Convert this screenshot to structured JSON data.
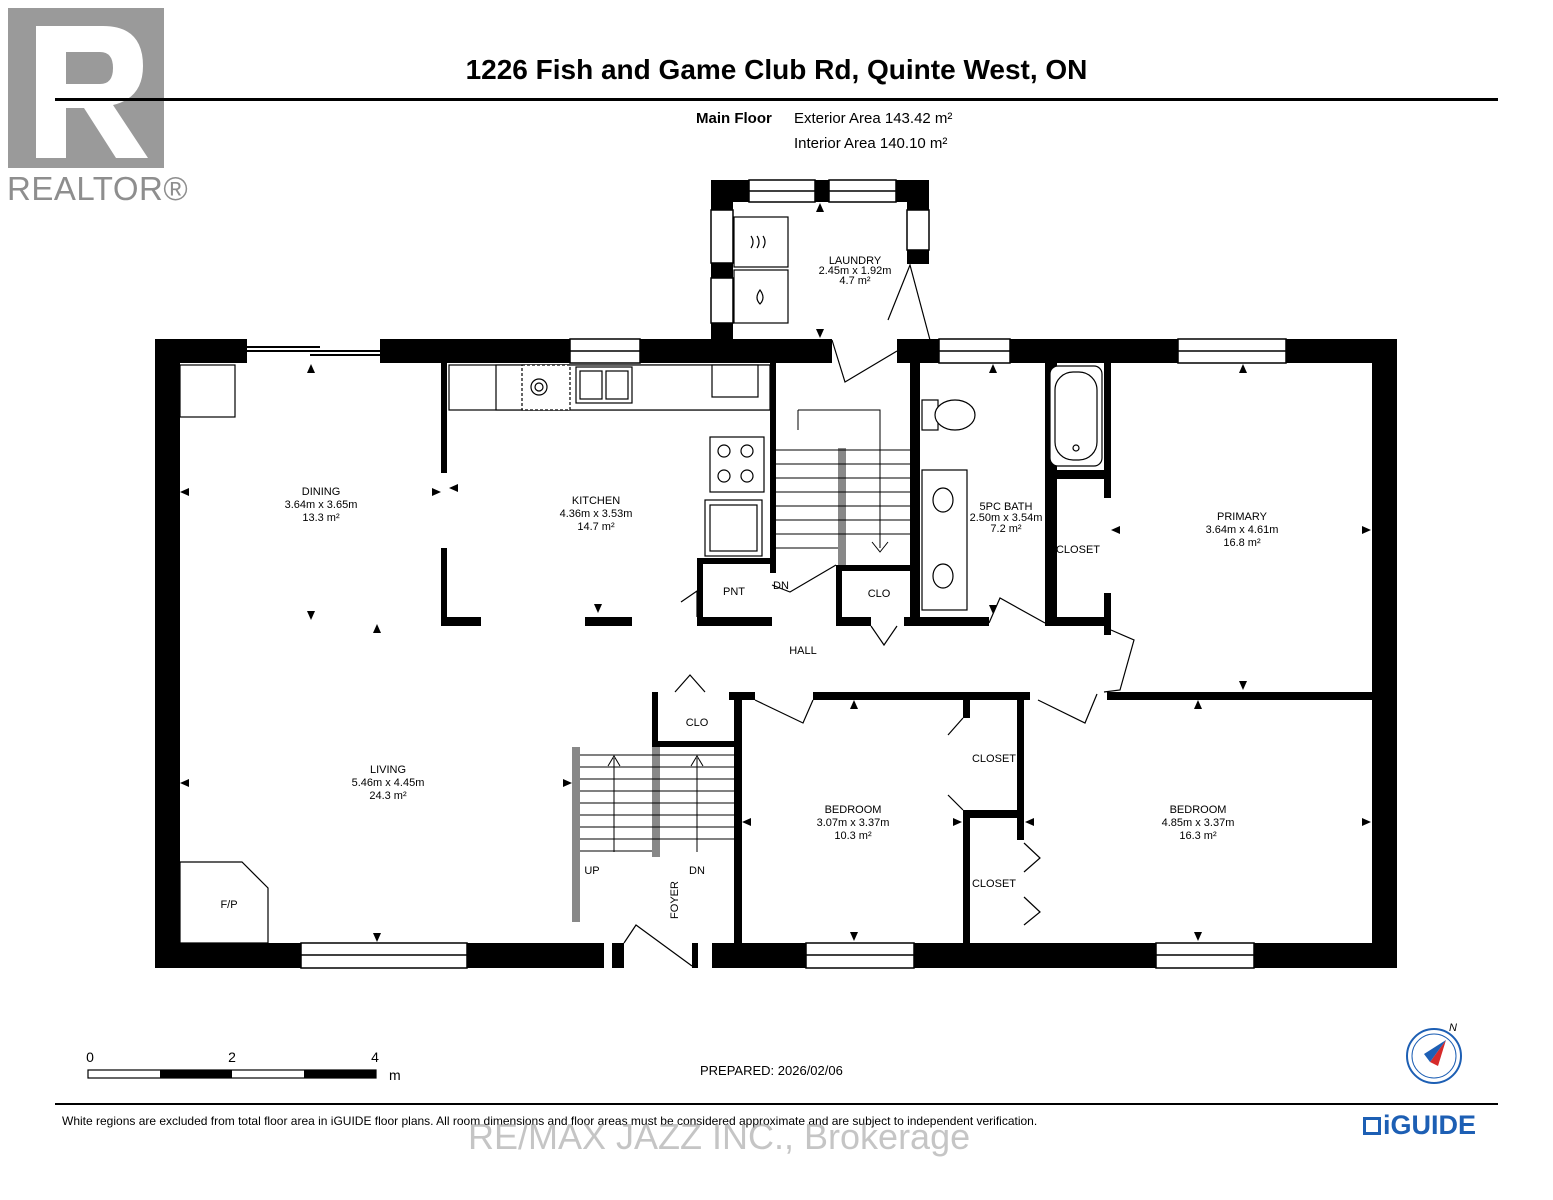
{
  "header": {
    "title": "1226 Fish and Game Club Rd, Quinte West, ON",
    "floor_name": "Main Floor",
    "exterior_area": "Exterior Area 143.42 m²",
    "interior_area": "Interior Area 140.10 m²"
  },
  "branding": {
    "realtor_logo_text": "REALTOR®",
    "brand_name": "iGUIDE",
    "watermark": "RE/MAX JAZZ INC., Brokerage",
    "brand_color": "#1d5fb4"
  },
  "rooms": {
    "laundry": {
      "name": "LAUNDRY",
      "dims": "2.45m x 1.92m",
      "area": "4.7 m²"
    },
    "dining": {
      "name": "DINING",
      "dims": "3.64m x 3.65m",
      "area": "13.3 m²"
    },
    "kitchen": {
      "name": "KITCHEN",
      "dims": "4.36m x 3.53m",
      "area": "14.7 m²"
    },
    "bath": {
      "name": "5PC BATH",
      "dims": "2.50m x 3.54m",
      "area": "7.2 m²"
    },
    "primary": {
      "name": "PRIMARY",
      "dims": "3.64m x 4.61m",
      "area": "16.8 m²"
    },
    "living": {
      "name": "LIVING",
      "dims": "5.46m x 4.45m",
      "area": "24.3 m²"
    },
    "bedroom1": {
      "name": "BEDROOM",
      "dims": "3.07m x 3.37m",
      "area": "10.3 m²"
    },
    "bedroom2": {
      "name": "BEDROOM",
      "dims": "4.85m x 3.37m",
      "area": "16.3 m²"
    }
  },
  "labels": {
    "closet_primary": "CLOSET",
    "pantry": "PNT",
    "stairs_dn_top": "DN",
    "clo_hall": "CLO",
    "hall": "HALL",
    "clo_foyer": "CLO",
    "closet_b1": "CLOSET",
    "closet_b2": "CLOSET",
    "fireplace": "F/P",
    "stairs_up": "UP",
    "stairs_dn": "DN",
    "foyer": "FOYER"
  },
  "scale": {
    "ticks": [
      "0",
      "2",
      "4"
    ],
    "unit": "m"
  },
  "compass": {
    "north_label": "N"
  },
  "prepared": "PREPARED: 2026/02/06",
  "disclaimer": "White regions are excluded from total floor area in iGUIDE floor plans. All room dimensions and floor areas must be considered approximate and are subject to independent verification."
}
